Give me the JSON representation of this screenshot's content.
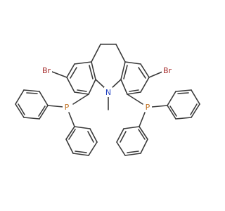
{
  "molecule": {
    "labels": {
      "br_left": "Br",
      "br_right": "Br",
      "n_center": "N",
      "p_left": "P",
      "p_right": "P"
    },
    "colors": {
      "bond": "#3a3a3a",
      "br": "#a52a2a",
      "p": "#c07020",
      "n": "#2040c0",
      "background": "#ffffff"
    }
  }
}
